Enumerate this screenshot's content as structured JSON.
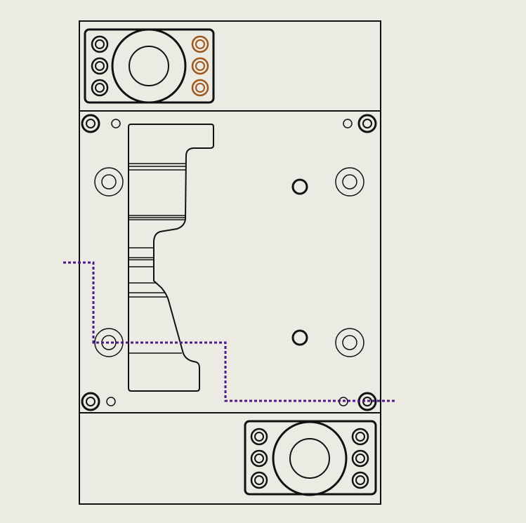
{
  "drawing": {
    "colors": {
      "background": "#ecebe3",
      "line": "#111111",
      "highlight_fastener": "#a0561a",
      "section_line": "#4b1a8c"
    },
    "icons": [
      "top-clamp-plate",
      "cavity-plate",
      "bottom-clamp-plate",
      "socket-head-screw",
      "guide-pin-bushing",
      "section-line"
    ]
  }
}
